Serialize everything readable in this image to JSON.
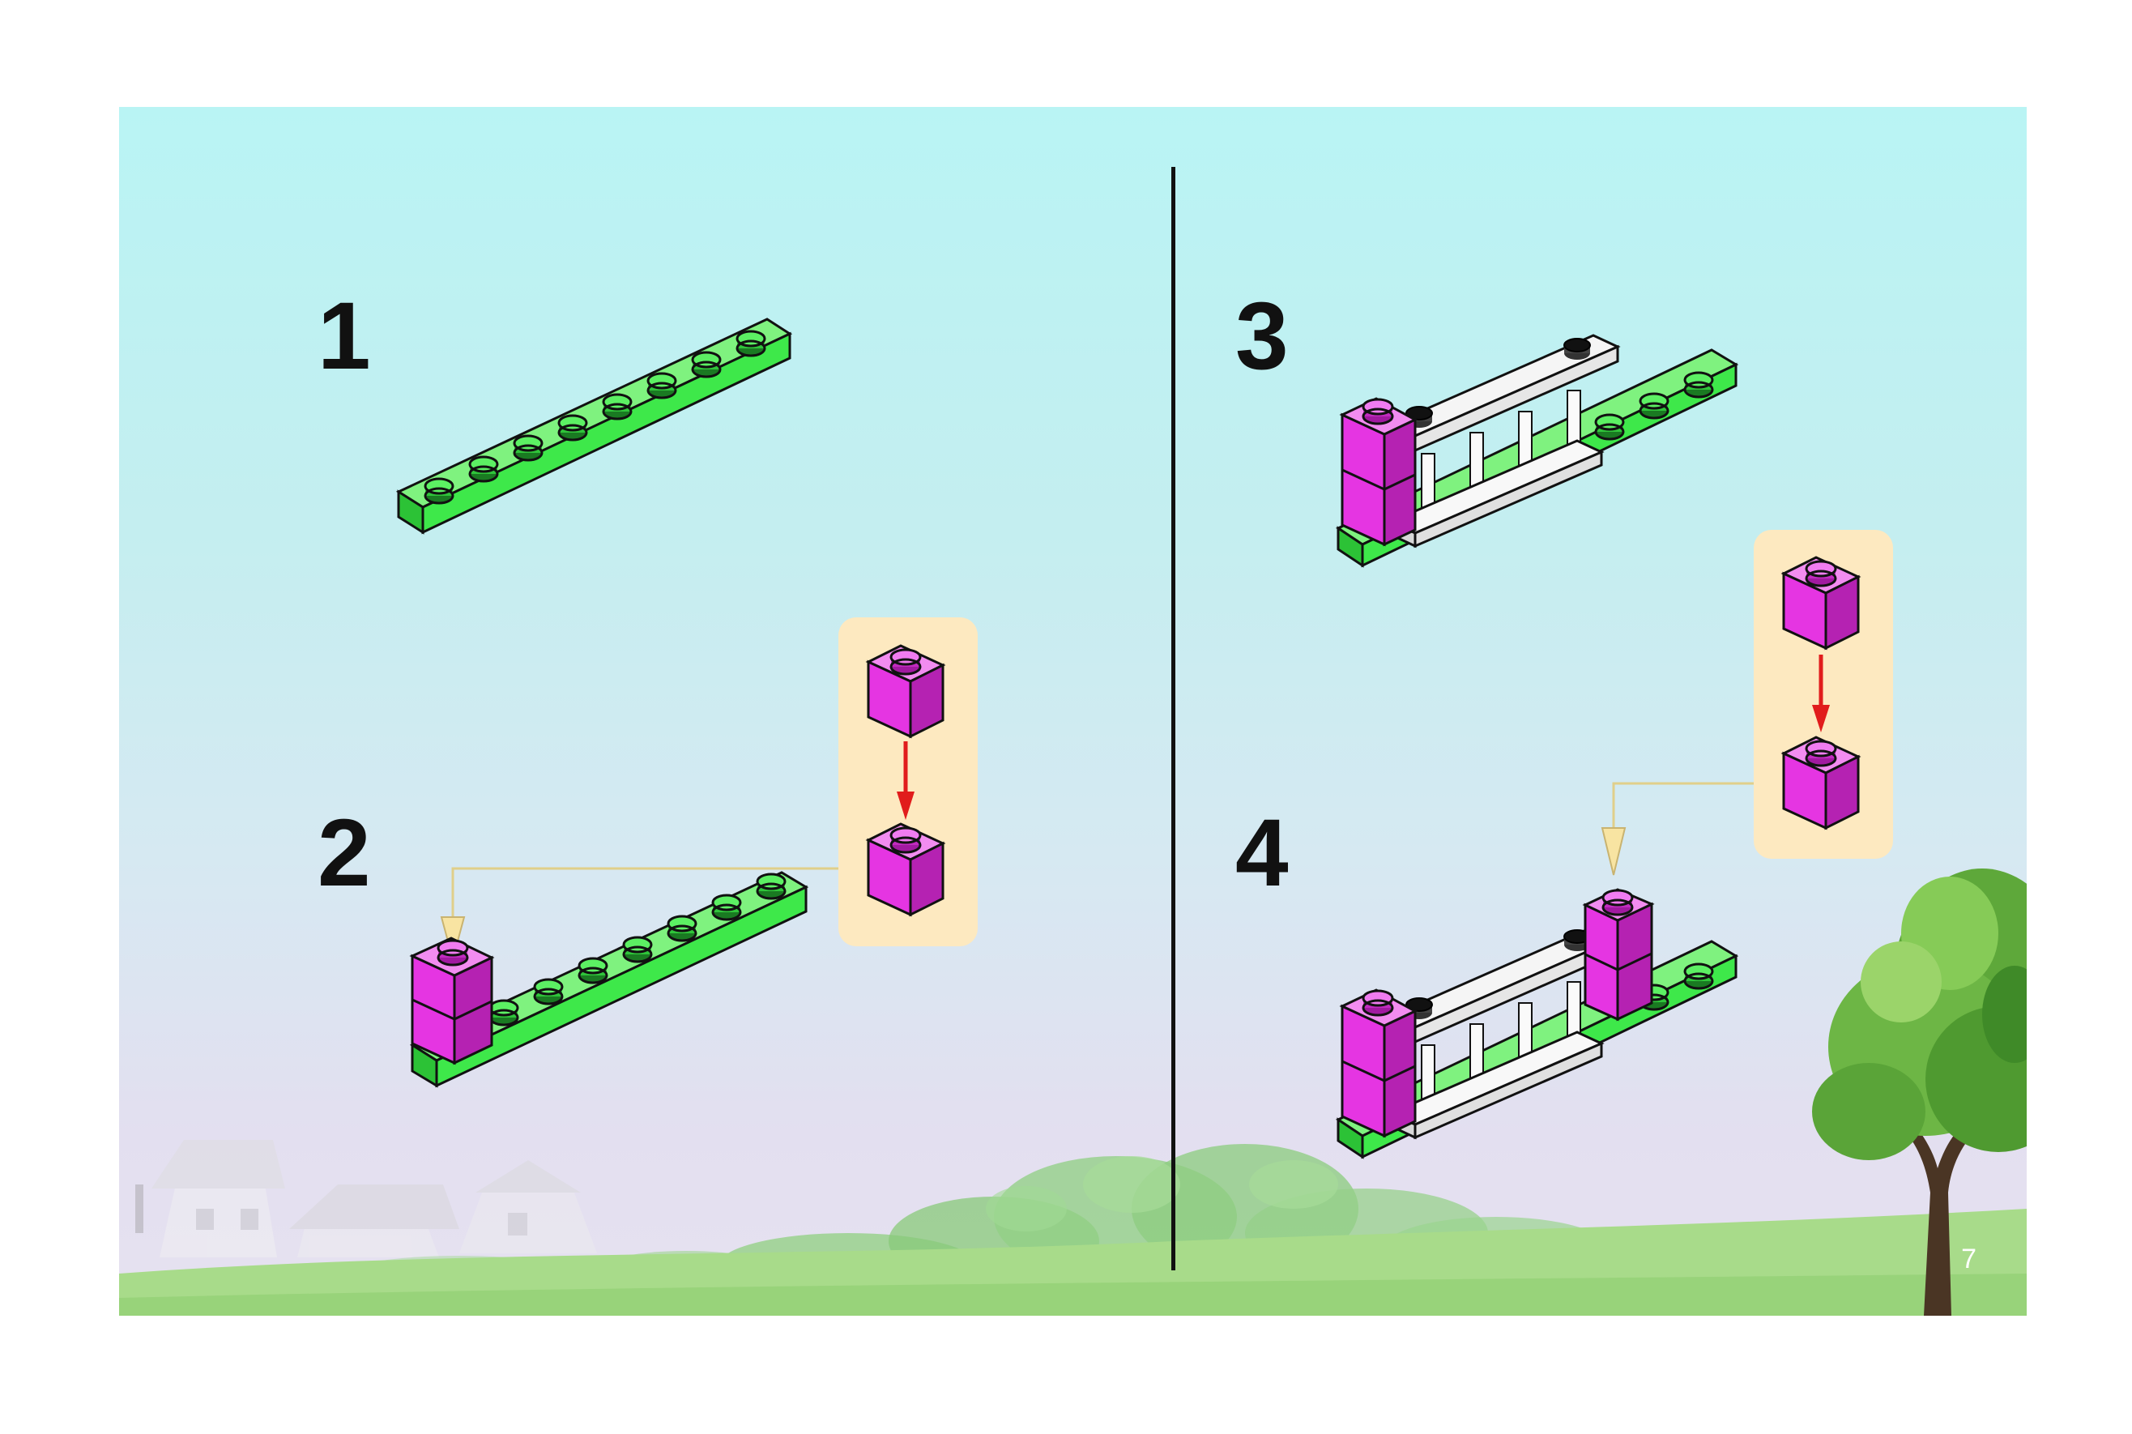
{
  "steps": [
    {
      "number": "1"
    },
    {
      "number": "2"
    },
    {
      "number": "3"
    },
    {
      "number": "4"
    }
  ],
  "page_number": "7",
  "colors": {
    "plate_green": "#3ee84a",
    "brick_magenta": "#e535e2",
    "callout_background": "#fde9c0",
    "arrow_red": "#e11c1c",
    "divider": "#111111"
  },
  "icons": [
    "green-plate-1x8",
    "magenta-brick-1x1",
    "white-fence-railing",
    "tree",
    "bushes",
    "houses"
  ]
}
